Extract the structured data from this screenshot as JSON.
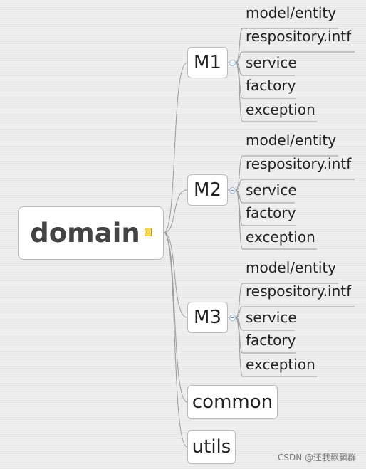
{
  "root": {
    "label": "domain",
    "note_icon": "note-icon"
  },
  "branches": [
    {
      "label": "M1",
      "children": [
        "model/entity",
        "respository.intf",
        "service",
        "factory",
        "exception"
      ]
    },
    {
      "label": "M2",
      "children": [
        "model/entity",
        "respository.intf",
        "service",
        "factory",
        "exception"
      ]
    },
    {
      "label": "M3",
      "children": [
        "model/entity",
        "respository.intf",
        "service",
        "factory",
        "exception"
      ]
    },
    {
      "label": "common"
    },
    {
      "label": "utils"
    }
  ],
  "watermark": "CSDN @还我飘飘群",
  "colors": {
    "background": "#efefef",
    "link": "#9a9a9a",
    "node_border": "#b9b9b9",
    "collapse": "#6f95c3"
  }
}
